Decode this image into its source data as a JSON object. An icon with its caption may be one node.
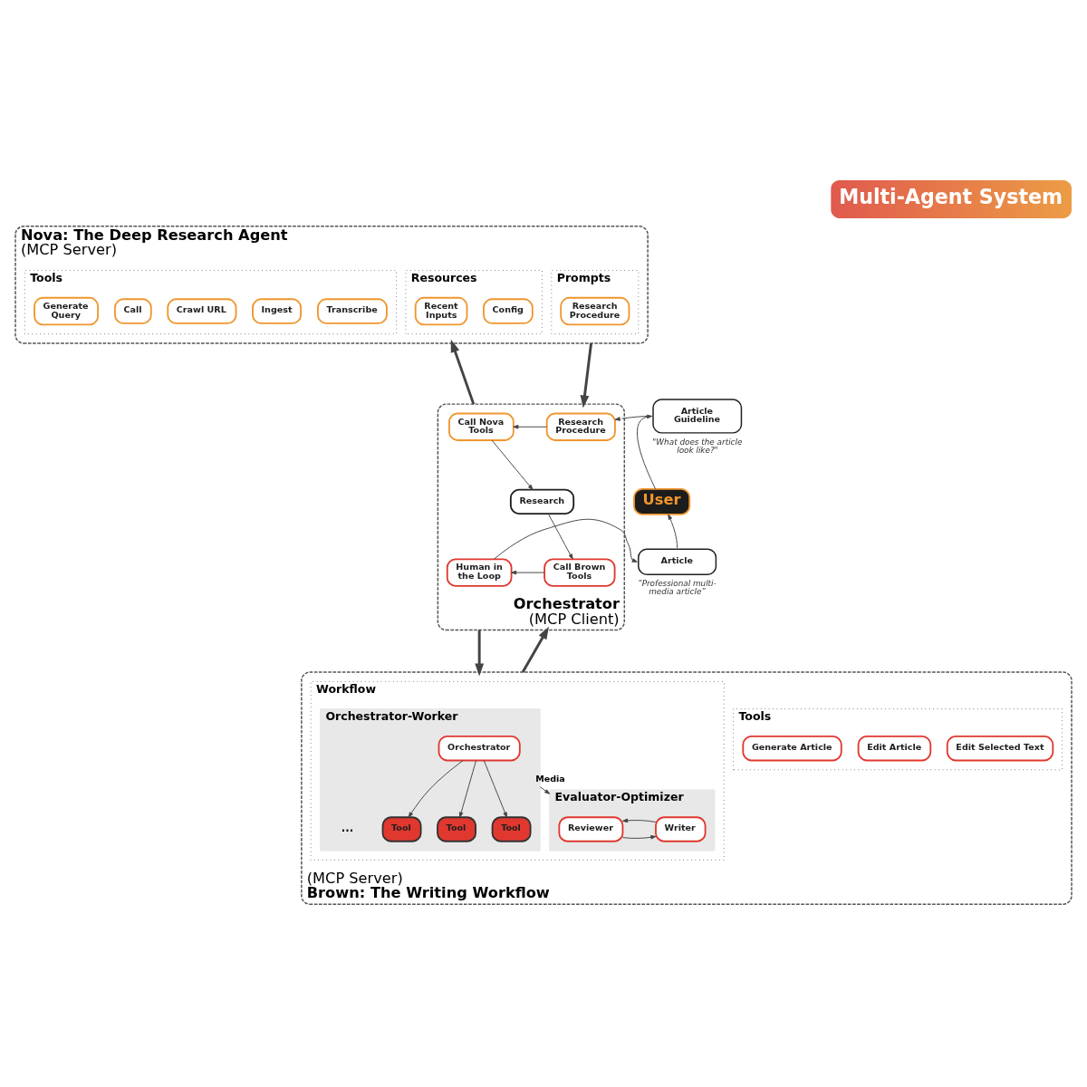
{
  "diagram": {
    "title": "Multi-Agent System",
    "nodes": [
      {
        "text": [
          "Nova: The Deep Research Agent",
          "(MCP Server)"
        ]
      },
      {
        "text": [
          "Tools"
        ],
        "in": 0
      },
      {
        "text": [
          "Generate Query"
        ],
        "in": 1
      },
      {
        "text": [
          "Call"
        ],
        "in": 1
      },
      {
        "text": [
          "Crawl URL"
        ],
        "in": 1
      },
      {
        "text": [
          "Ingest"
        ],
        "in": 1
      },
      {
        "text": [
          "Transcribe"
        ],
        "in": 1
      },
      {
        "text": [
          "Prompts"
        ],
        "in": 0
      },
      {
        "text": [
          "Research Procedure"
        ],
        "in": 7
      },
      {
        "text": [
          "Resources"
        ],
        "in": 0
      },
      {
        "text": [
          "Recent Inputs"
        ],
        "in": 9
      },
      {
        "text": [
          "Config"
        ],
        "in": 9
      },
      {
        "text": [
          "Orchestrator",
          "(MCP Client)"
        ]
      },
      {
        "text": [
          "Research Procedure"
        ],
        "in": 12
      },
      {
        "text": [
          "Call Nova Tools"
        ],
        "in": 12
      },
      {
        "text": [
          "Research"
        ],
        "in": 12
      },
      {
        "text": [
          "Call Brown Tools"
        ],
        "in": 12
      },
      {
        "text": [
          "Human in the Loop"
        ],
        "in": 12
      },
      {
        "text": [
          "User"
        ]
      },
      {
        "text": [
          "Article Guideline"
        ],
        "beside": [
          "\"What does the article look like?\""
        ]
      },
      {
        "text": [
          "Article"
        ],
        "beside": [
          "“Professional multi-media article”"
        ]
      },
      {
        "text": [
          "(MCP Server)",
          "Brown: The Writing Workflow"
        ]
      },
      {
        "text": [
          "Workflow"
        ],
        "in": 21
      },
      {
        "text": [
          "Orchestrator-Worker"
        ],
        "in": 22
      },
      {
        "text": [
          "Orchestrator"
        ],
        "in": 23
      },
      {
        "text": [
          "Tool"
        ],
        "in": 23
      },
      {
        "text": [
          "Tool"
        ],
        "in": 23
      },
      {
        "text": [
          "Tool"
        ],
        "in": 23
      },
      {
        "text": [
          "Evaluator-Optimizer"
        ],
        "in": 22
      },
      {
        "text": [
          "Reviewer"
        ],
        "in": 28
      },
      {
        "text": [
          "Writer"
        ],
        "in": 28
      },
      {
        "text": [
          "Tools"
        ],
        "in": 21
      },
      {
        "text": [
          "Generate Article"
        ],
        "in": 31
      },
      {
        "text": [
          "Edit Article"
        ],
        "in": 31
      },
      {
        "text": [
          "Edit Selected Text"
        ],
        "in": 31
      }
    ],
    "edges": [
      {
        "from": 12,
        "to": 0,
        "arrow": "to",
        "style": "thick"
      },
      {
        "from": 0,
        "to": 12,
        "arrow": "to",
        "style": "thick"
      },
      {
        "from": 12,
        "to": 21,
        "arrow": "to",
        "style": "thick"
      },
      {
        "from": 21,
        "to": 12,
        "arrow": "to",
        "style": "thick"
      },
      {
        "from": 18,
        "to": 19,
        "arrow": "to"
      },
      {
        "from": 19,
        "to": 13,
        "arrow": "to"
      },
      {
        "from": 13,
        "to": 14,
        "arrow": "to"
      },
      {
        "from": 14,
        "to": 15,
        "arrow": "to"
      },
      {
        "from": 15,
        "to": 16,
        "arrow": "to"
      },
      {
        "from": 16,
        "to": 17,
        "arrow": "to"
      },
      {
        "from": 17,
        "to": 20,
        "arrow": "to"
      },
      {
        "from": 20,
        "to": 18,
        "arrow": "to"
      },
      {
        "from": 24,
        "to": 25,
        "arrow": "to"
      },
      {
        "from": 24,
        "to": 26,
        "arrow": "to"
      },
      {
        "from": 24,
        "to": 27,
        "arrow": "to"
      },
      {
        "from": 23,
        "to": 28,
        "arrow": "to",
        "label": "Media"
      },
      {
        "from": 29,
        "to": 30,
        "arrow": "to"
      },
      {
        "from": 30,
        "to": 29,
        "arrow": "to"
      }
    ],
    "labels": [
      "..."
    ]
  }
}
